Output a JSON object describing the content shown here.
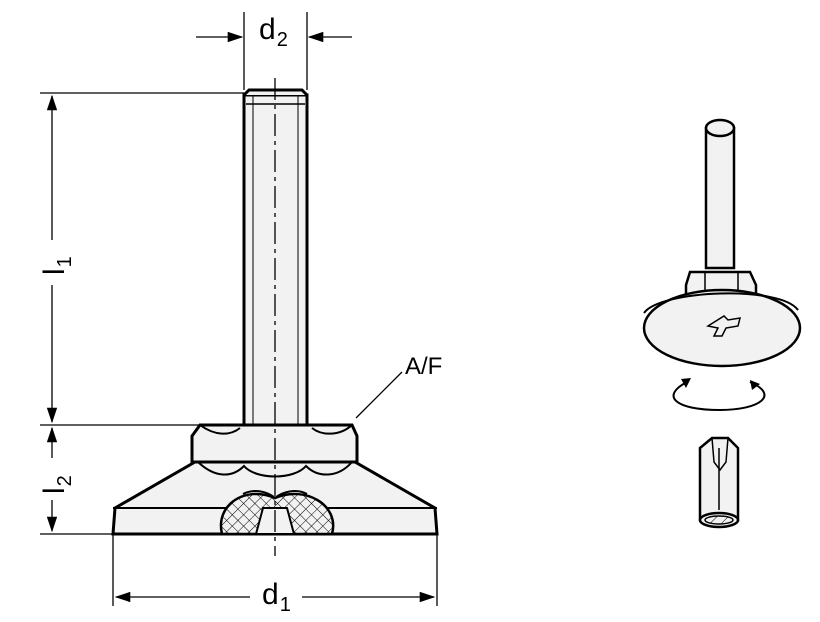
{
  "labels": {
    "d2": {
      "main": "d",
      "sub": "2"
    },
    "d1": {
      "main": "d",
      "sub": "1"
    },
    "l1": {
      "main": "l",
      "sub": "1"
    },
    "l2": {
      "main": "l",
      "sub": "2"
    },
    "af": "A/F"
  },
  "colors": {
    "line": "#000000",
    "fill": "#f2f2f2",
    "hatch": "#000000",
    "background": "#ffffff"
  }
}
